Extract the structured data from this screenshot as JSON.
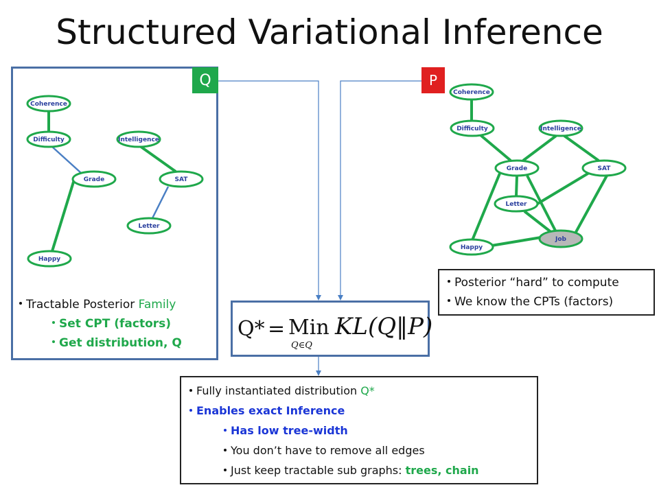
{
  "slide": {
    "title": "Structured Variational Inference"
  },
  "q_panel": {
    "tag": "Q",
    "nodes": {
      "coherence": "Coherence",
      "difficulty": "Difficulty",
      "intelligence": "Intelligence",
      "grade": "Grade",
      "sat": "SAT",
      "letter": "Letter",
      "happy": "Happy"
    },
    "bullets": {
      "main_prefix": "Tractable Posterior ",
      "main_highlight": "Family",
      "sub1": "Set CPT (factors)",
      "sub2": "Get distribution, Q"
    }
  },
  "p_panel": {
    "tag": "P",
    "nodes": {
      "coherence": "Coherence",
      "difficulty": "Difficulty",
      "intelligence": "Intelligence",
      "grade": "Grade",
      "sat": "SAT",
      "letter": "Letter",
      "happy": "Happy",
      "job": "Job"
    },
    "bullets": {
      "b1": "Posterior “hard” to compute",
      "b2": "We know the CPTs (factors)"
    }
  },
  "formula": {
    "lhs": "Q*",
    "eq": "=",
    "op": "Min",
    "sub": "Q∈Q",
    "rhs": "KL(Q‖P)"
  },
  "result_box": {
    "b1_prefix": "Fully instantiated distribution ",
    "b1_highlight": "Q*",
    "b2": "Enables exact Inference",
    "b3": "Has low tree-width",
    "b4": "You don’t have to remove all edges",
    "b5_prefix": "Just keep tractable sub graphs: ",
    "b5_highlight": "trees, chain"
  },
  "colors": {
    "node_border": "#1fa84b",
    "edge_green": "#1fa84b",
    "edge_blue": "#4a7fc4",
    "box_border": "#4a6fa5",
    "q_tag": "#1fa84b",
    "p_tag": "#e02020",
    "node_text": "#2a3f9e",
    "job_fill": "#b8b8b8"
  }
}
